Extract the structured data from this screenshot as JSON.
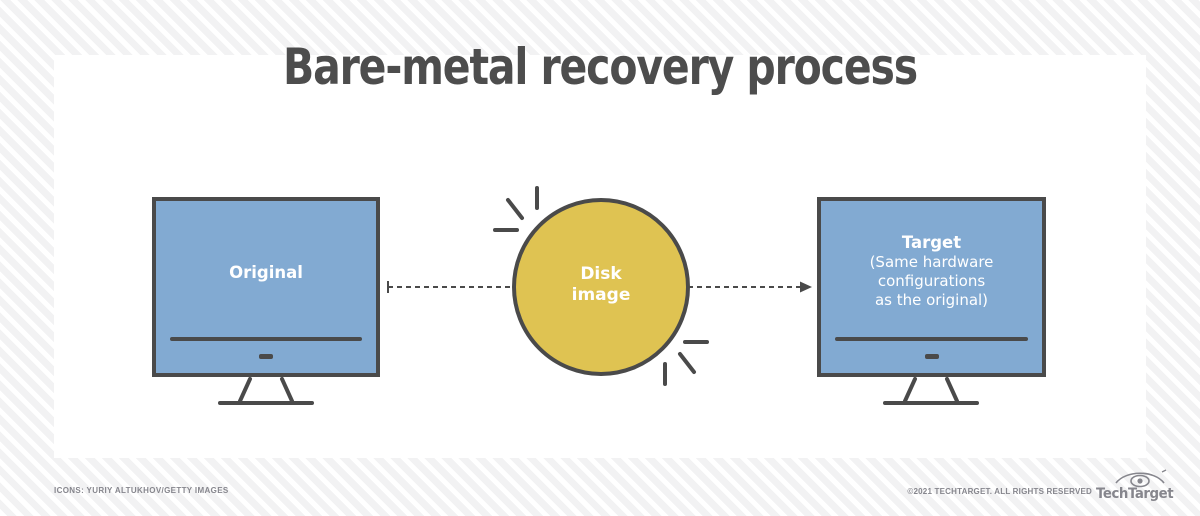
{
  "background": {
    "pattern": "diagonal-stripes",
    "base_color": "#f7f7f8",
    "stripe_color": "#f2f2f3"
  },
  "card": {
    "background_color": "#ffffff"
  },
  "title": "Bare-metal recovery process",
  "colors": {
    "title_text": "#4d4d4d",
    "monitor_fill": "#82aad2",
    "outline": "#4a4a4a",
    "disk_fill": "#dfc352",
    "screen_text": "#ffffff",
    "footer_text": "#86868d"
  },
  "diagram": {
    "type": "process-flow",
    "source": {
      "icon": "desktop-monitor-icon",
      "label": "Original"
    },
    "middle": {
      "icon": "disk-image-icon",
      "label_line1": "Disk",
      "label_line2": "image",
      "sparkles": [
        "top-left",
        "bottom-right"
      ]
    },
    "destination": {
      "icon": "desktop-monitor-icon",
      "label": "Target",
      "sub_line1": "(Same hardware",
      "sub_line2": "configurations",
      "sub_line3": "as the original)"
    },
    "connectors": [
      {
        "name": "original-to-disk",
        "style": "dashed",
        "start_cap": "tick",
        "end_cap": "none"
      },
      {
        "name": "disk-to-target",
        "style": "dashed",
        "start_cap": "none",
        "end_cap": "arrow"
      }
    ]
  },
  "footer": {
    "credit": "ICONS: YURIY ALTUKHOV/GETTY IMAGES",
    "copyright": "©2021 TECHTARGET. ALL RIGHTS RESERVED",
    "brand": "TechTarget"
  }
}
